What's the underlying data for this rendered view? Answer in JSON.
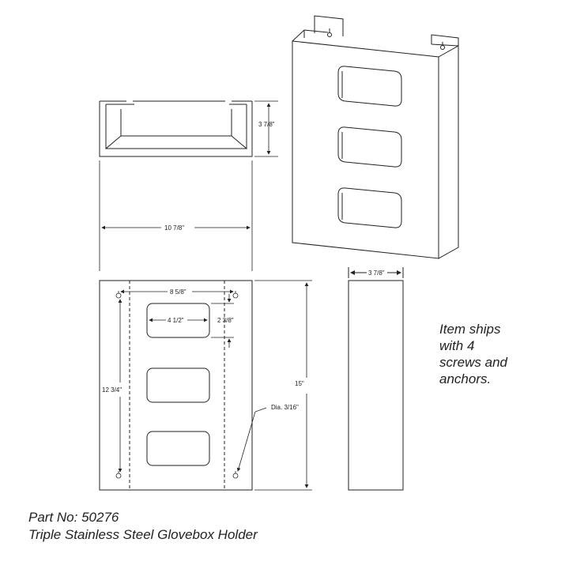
{
  "dimensions": {
    "top_depth": "3 7/8\"",
    "top_width": "10 7/8\"",
    "hole_spacing": "8 5/8\"",
    "opening_width": "4 1/2\"",
    "opening_height": "2 3/8\"",
    "vertical_spacing": "12 3/4\"",
    "height": "15\"",
    "hole_diameter": "Dia. 3/16\"",
    "side_depth": "3 7/8\""
  },
  "note": [
    "Item ships",
    "with 4",
    "screws and",
    "anchors."
  ],
  "caption": {
    "part_number": "Part No: 50276",
    "title": "Triple Stainless Steel Glovebox Holder"
  },
  "colors": {
    "line": "#222222",
    "background": "#ffffff"
  }
}
